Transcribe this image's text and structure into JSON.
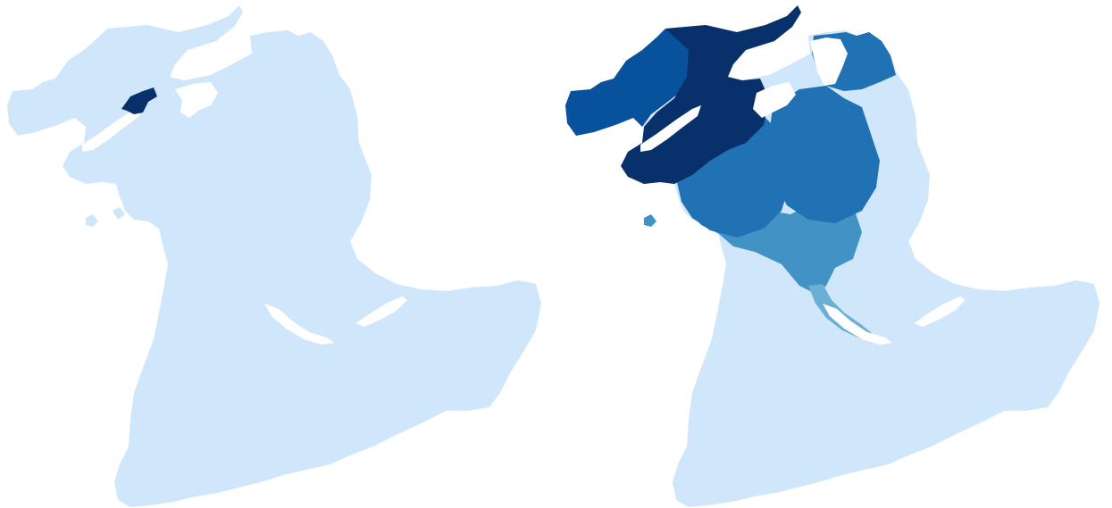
{
  "maps": [
    {
      "id": "left",
      "base_color": "#cfe6fb",
      "highlight_color": "#08306b",
      "regions": [
        {
          "name": "highlighted-municipality",
          "level": 1.0
        }
      ]
    },
    {
      "id": "right",
      "base_color": "#cfe6fb",
      "palette": [
        "#cfe6fb",
        "#9ecae1",
        "#6baed6",
        "#4292c6",
        "#2171b5",
        "#08519c",
        "#08306b"
      ],
      "regions": [
        {
          "name": "northwest-core",
          "level": 1.0
        },
        {
          "name": "west-lobe",
          "level": 0.85
        },
        {
          "name": "central-band",
          "level": 0.7
        },
        {
          "name": "east-band",
          "level": 0.55
        },
        {
          "name": "northeast-tip",
          "level": 0.6
        },
        {
          "name": "south-transition",
          "level": 0.35
        },
        {
          "name": "lake-shore",
          "level": 0.3
        }
      ]
    }
  ]
}
